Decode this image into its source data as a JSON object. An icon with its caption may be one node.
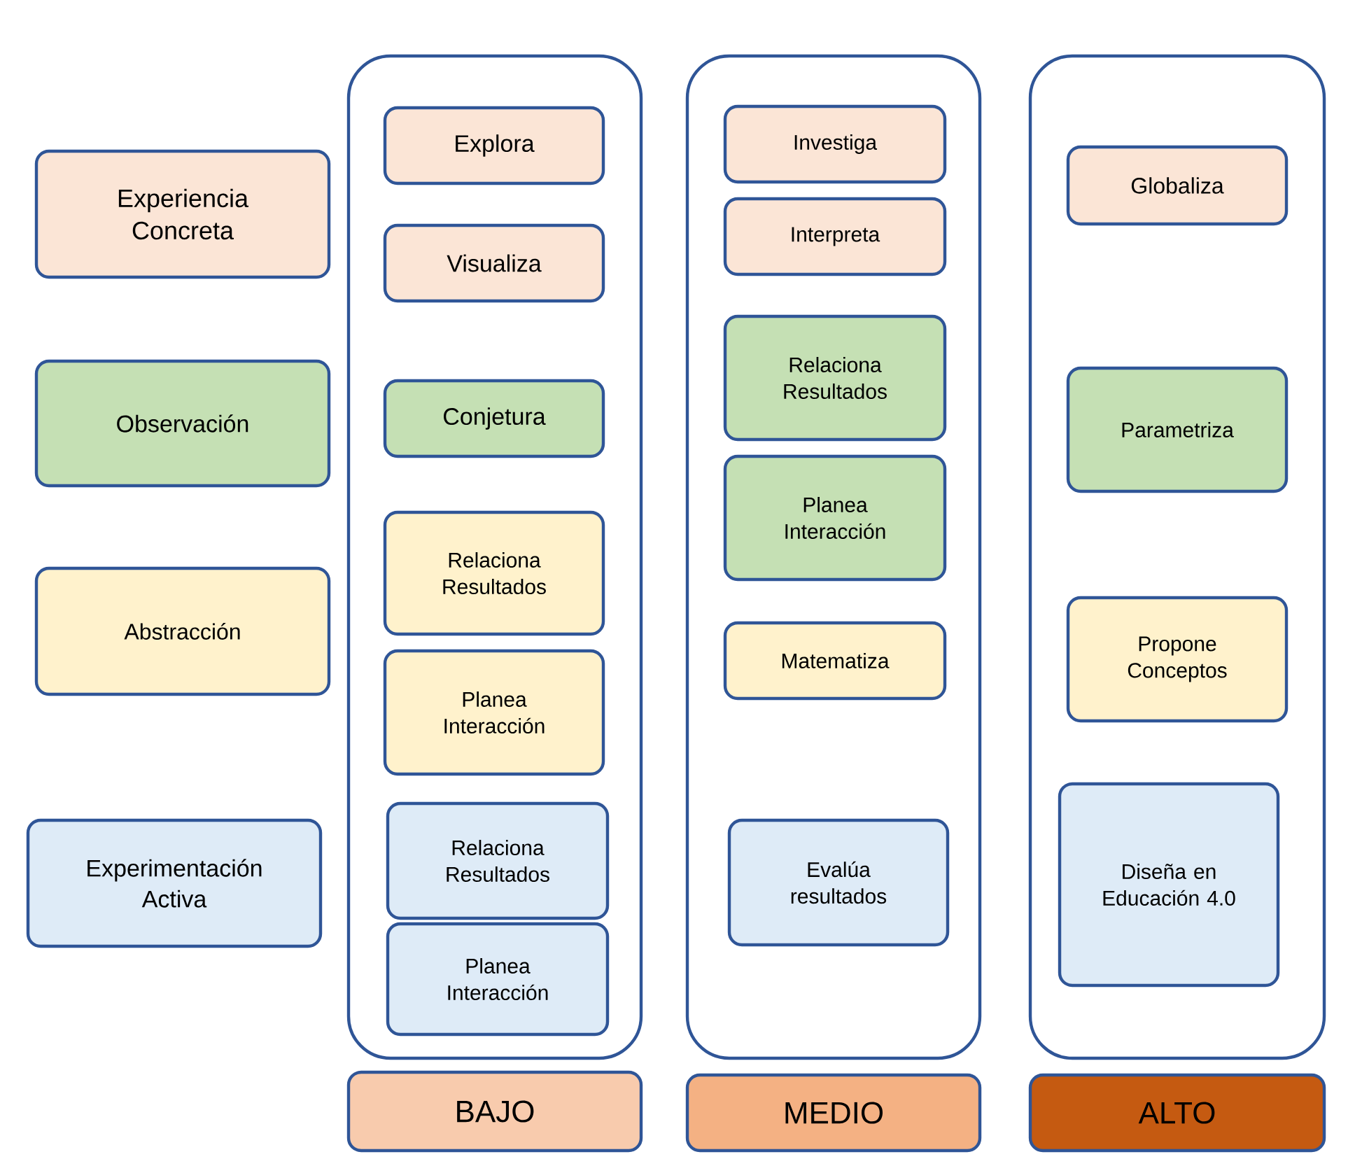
{
  "diagram": {
    "nodes": [
      {
        "text": [
          "Experiencia Concreta"
        ]
      },
      {
        "text": [
          "Observación"
        ]
      },
      {
        "text": [
          "Abstracción"
        ]
      },
      {
        "text": [
          "Experimentación Activa"
        ]
      },
      {
        "text": [],
        "shape": "box"
      },
      {
        "text": [
          "Explora"
        ],
        "in": 4
      },
      {
        "text": [
          "Visualiza"
        ],
        "in": 4
      },
      {
        "text": [
          "Conjetura"
        ],
        "in": 4
      },
      {
        "text": [
          "Relaciona Resultados"
        ],
        "in": 4
      },
      {
        "text": [
          "Planea Interacción"
        ],
        "in": 4
      },
      {
        "text": [
          "Relaciona Resultados"
        ],
        "in": 4
      },
      {
        "text": [
          "Planea Interacción"
        ],
        "in": 4
      },
      {
        "text": [],
        "shape": "box"
      },
      {
        "text": [
          "Investiga"
        ],
        "in": 12
      },
      {
        "text": [
          "Interpreta"
        ],
        "in": 12
      },
      {
        "text": [
          "Relaciona Resultados"
        ],
        "in": 12
      },
      {
        "text": [
          "Planea Interacción"
        ],
        "in": 12
      },
      {
        "text": [
          "Matematiza"
        ],
        "in": 12
      },
      {
        "text": [
          "Evalúa resultados"
        ],
        "in": 12
      },
      {
        "text": [],
        "shape": "box"
      },
      {
        "text": [
          "Globaliza"
        ],
        "in": 19
      },
      {
        "text": [
          "Parametriza"
        ],
        "in": 19
      },
      {
        "text": [
          "Propone Conceptos"
        ],
        "in": 19
      },
      {
        "text": [
          "Diseña en Educación 4.0"
        ],
        "in": 19
      },
      {
        "text": [
          "BAJO"
        ]
      },
      {
        "text": [
          "MEDIO"
        ]
      },
      {
        "text": [
          "ALTO"
        ]
      }
    ]
  }
}
